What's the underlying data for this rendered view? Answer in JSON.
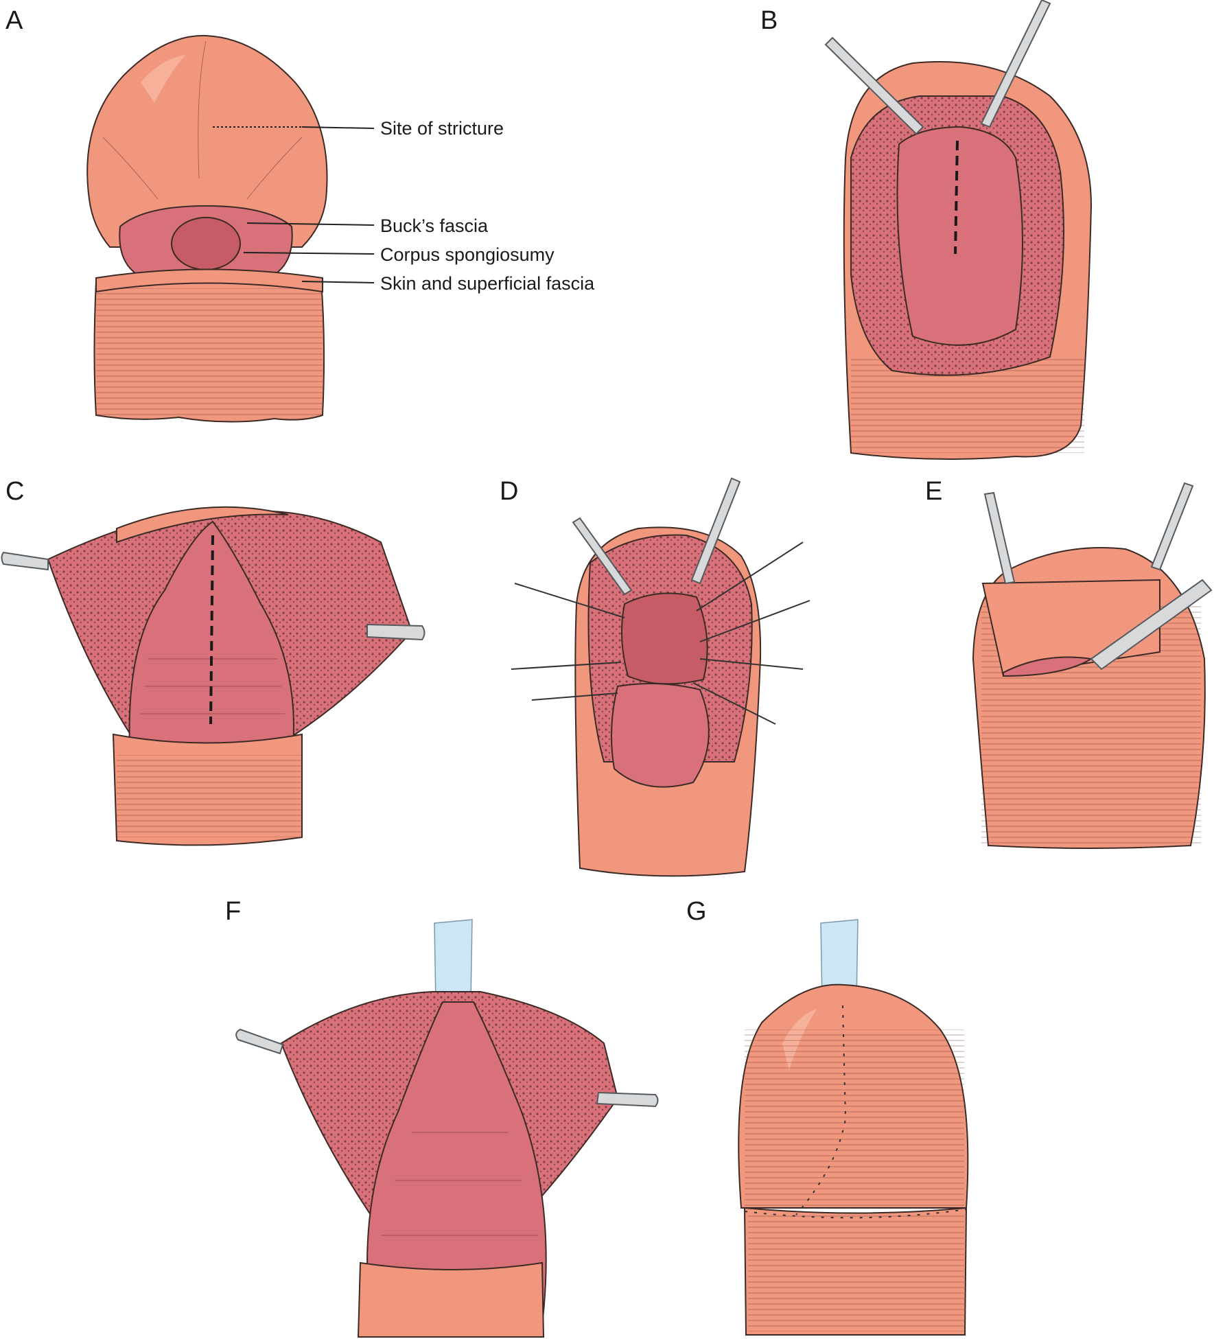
{
  "panels": [
    {
      "letter": "A"
    },
    {
      "letter": "B"
    },
    {
      "letter": "C"
    },
    {
      "letter": "D"
    },
    {
      "letter": "E"
    },
    {
      "letter": "F"
    },
    {
      "letter": "G"
    }
  ],
  "labels": {
    "site_of_stricture": "Site of stricture",
    "bucks_fascia": "Buck’s fascia",
    "corpus_spongiosum": "Corpus spongiosumy",
    "skin_superficial_fascia": "Skin and superficial fascia"
  },
  "colors": {
    "skin": "#f0977e",
    "tissue": "#d9717a",
    "instrument": "#d7d9db",
    "catheter": "#cbe6f4"
  }
}
